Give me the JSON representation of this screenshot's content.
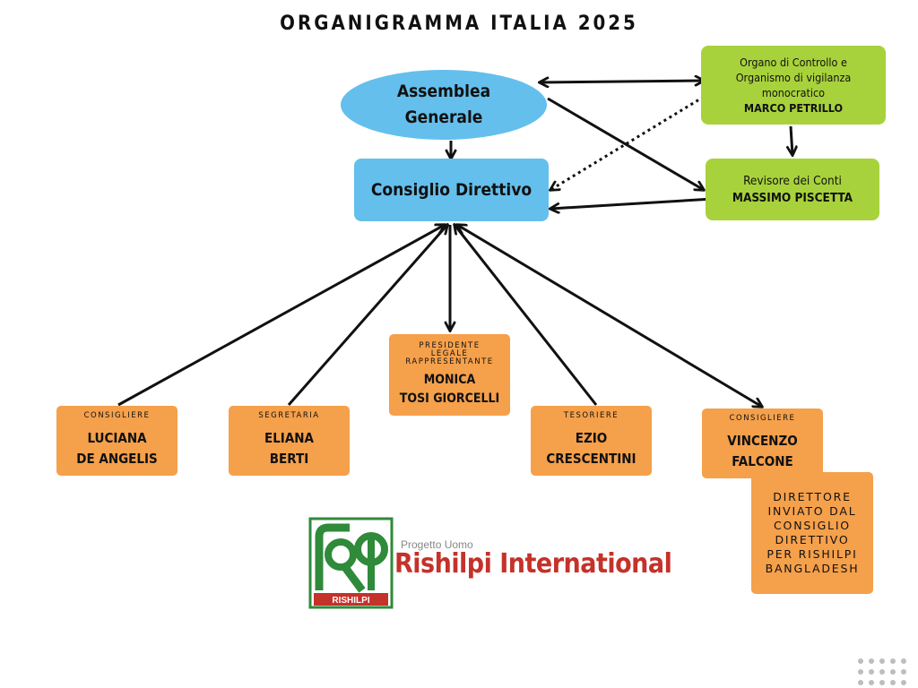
{
  "title": "ORGANIGRAMMA ITALIA 2025",
  "assembly": {
    "line1": "Assemblea",
    "line2": "Generale"
  },
  "board": {
    "label": "Consiglio Direttivo"
  },
  "control": {
    "line1": "Organo di Controllo e",
    "line2": "Organismo di vigilanza",
    "line3": "monocratico",
    "name": "MARCO PETRILLO"
  },
  "auditor": {
    "role": "Revisore dei Conti",
    "name": "MASSIMO PISCETTA"
  },
  "president": {
    "role_line1": "PRESIDENTE",
    "role_line2": "LEGALE",
    "role_line3": "RAPPRESENTANTE",
    "name_line1": "MONICA",
    "name_line2": "TOSI GIORCELLI"
  },
  "members": [
    {
      "role": "CONSIGLIERE",
      "name_line1": "LUCIANA",
      "name_line2": "DE ANGELIS"
    },
    {
      "role": "SEGRETARIA",
      "name_line1": "ELIANA",
      "name_line2": "BERTI"
    },
    {
      "role": "TESORIERE",
      "name_line1": "EZIO",
      "name_line2": "CRESCENTINI"
    },
    {
      "role": "CONSIGLIERE",
      "name_line1": "VINCENZO",
      "name_line2": "FALCONE"
    }
  ],
  "director_note": {
    "line1": "DIRETTORE",
    "line2": "INVIATO DAL",
    "line3": "CONSIGLIO",
    "line4": "DIRETTIVO",
    "line5": "PER RISHILPI",
    "line6": "BANGLADESH"
  },
  "logo": {
    "tagline": "Progetto Uomo",
    "name": "Rishilpi International",
    "badge": "RISHILPI"
  },
  "colors": {
    "blue": "#64bfec",
    "green": "#a8d23b",
    "orange": "#f5a04b",
    "logo_green": "#2f8a3a",
    "logo_red": "#c4322a"
  }
}
